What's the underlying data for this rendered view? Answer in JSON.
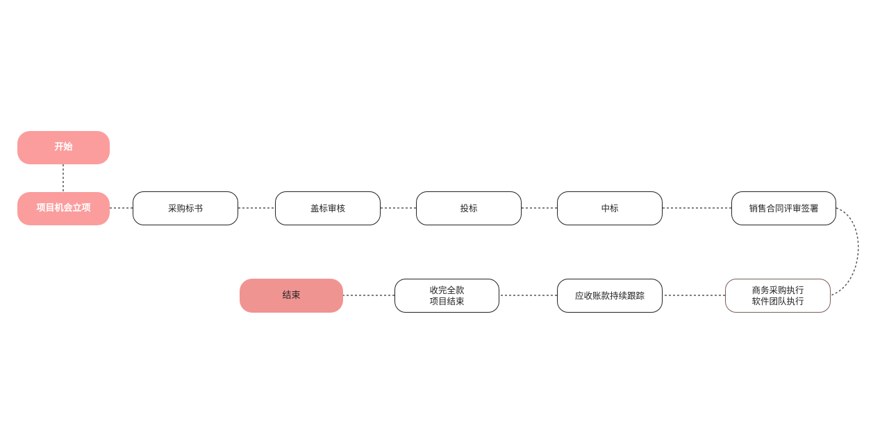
{
  "colors": {
    "start_fill": "#fb9d9d",
    "end_fill": "#f09492",
    "outline": "#222222",
    "outline_alt": "#7a5f55",
    "connector": "#555555"
  },
  "nodes": {
    "start": {
      "label": "开始"
    },
    "project_setup": {
      "label": "项目机会立项"
    },
    "bid_docs": {
      "label": "采购标书"
    },
    "stamp_review": {
      "label": "盖标审核"
    },
    "submit_bid": {
      "label": "投标"
    },
    "win_bid": {
      "label": "中标"
    },
    "contract": {
      "label": "销售合同评审签署"
    },
    "execution": {
      "line1": "商务采购执行",
      "line2": "软件团队执行"
    },
    "receivables": {
      "label": "应收账款持续跟踪"
    },
    "final_payment": {
      "line1": "收完全款",
      "line2": "项目结束"
    },
    "end": {
      "label": "结束"
    }
  }
}
